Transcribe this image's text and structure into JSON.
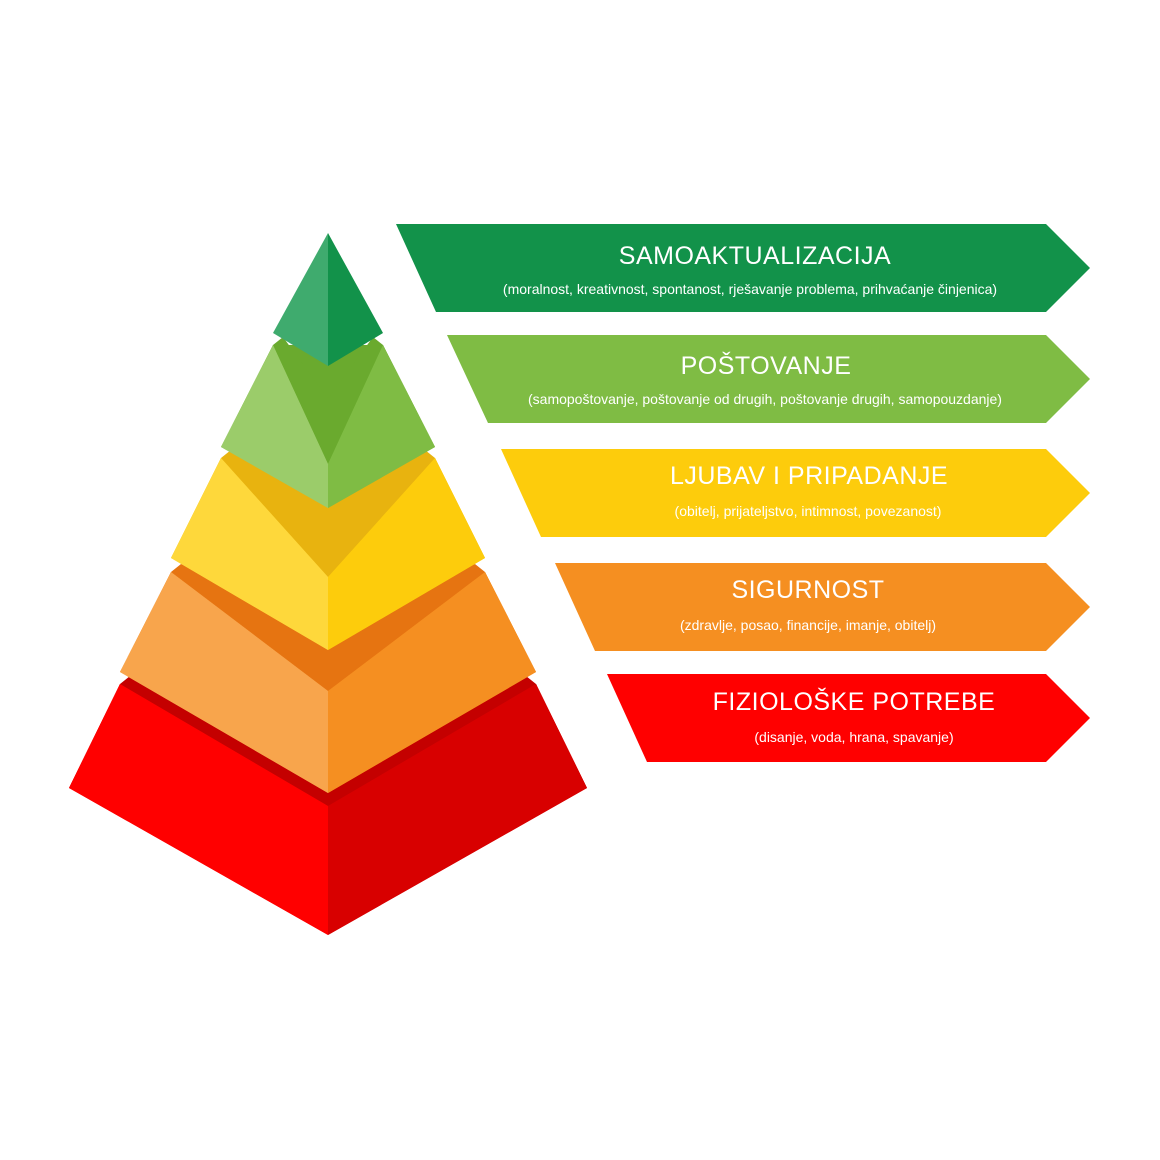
{
  "levels": [
    {
      "title": "SAMOAKTUALIZACIJA",
      "subtitle": "(moralnost, kreativnost, spontanost, rješavanje problema, prihvaćanje činjenica)",
      "colors": {
        "banner": "#12924a",
        "left": "#3fab6e",
        "right": "#12924a",
        "rim": "#0f8040"
      }
    },
    {
      "title": "POŠTOVANJE",
      "subtitle": "(samopoštovanje, poštovanje od drugih, poštovanje drugih, samopouzdanje)",
      "colors": {
        "banner": "#7fbc44",
        "left": "#9bcc6a",
        "right": "#7fbc44",
        "rim": "#6aaa2e"
      }
    },
    {
      "title": "LJUBAV I PRIPADANJE",
      "subtitle": "(obitelj, prijateljstvo, intimnost, povezanost)",
      "colors": {
        "banner": "#fdcc0c",
        "left": "#fed83b",
        "right": "#fdcc0c",
        "rim": "#e8b30f"
      }
    },
    {
      "title": "SIGURNOST",
      "subtitle": "(zdravlje, posao, financije, imanje, obitelj)",
      "colors": {
        "banner": "#f58f21",
        "left": "#f8a54c",
        "right": "#f58f21",
        "rim": "#e67411"
      }
    },
    {
      "title": "FIZIOLOŠKE POTREBE",
      "subtitle": "(disanje, voda, hrana, spavanje)",
      "colors": {
        "banner": "#ff0000",
        "left": "#ff0000",
        "right": "#d80000",
        "rim": "#c40000"
      }
    }
  ]
}
